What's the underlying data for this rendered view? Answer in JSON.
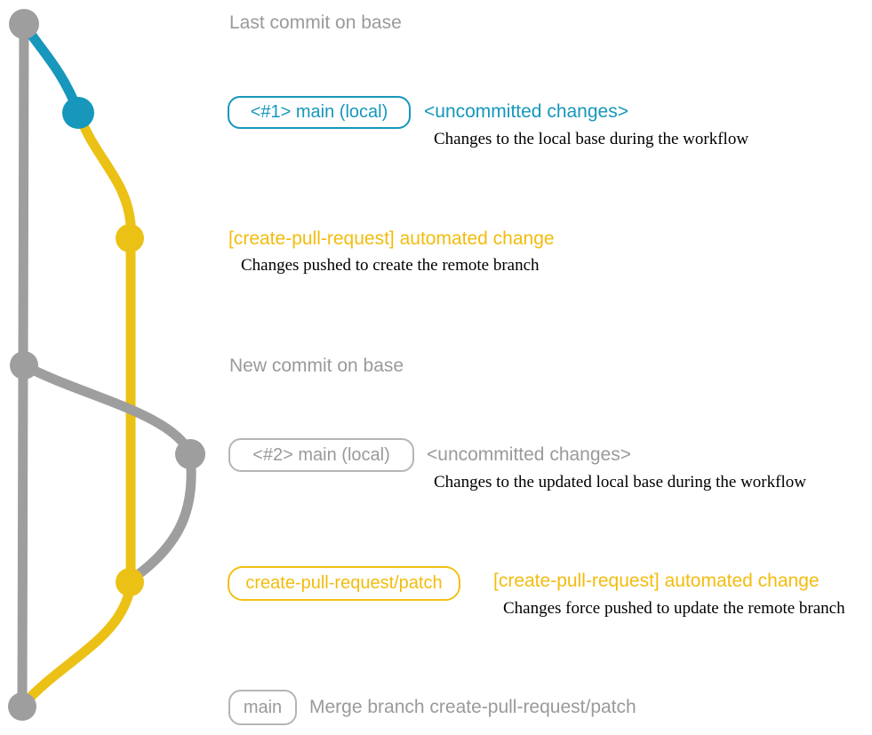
{
  "diagram_title": "create-pull-request branch workflow diagram",
  "colors": {
    "gray_line": "#9e9e9e",
    "gray_text": "#9a9a9a",
    "gray_border": "#b5b5b5",
    "teal": "#1697bb",
    "yellow_line": "#ecc115",
    "yellow_text": "#f2bc0d",
    "yellow_border": "#f2c012",
    "serif_text": "#000000"
  },
  "graph": {
    "branches": [
      {
        "name": "base (main remote)",
        "color": "gray"
      },
      {
        "name": "main local #1",
        "color": "teal"
      },
      {
        "name": "create-pull-request/patch",
        "color": "yellow"
      },
      {
        "name": "main local #2",
        "color": "gray"
      }
    ],
    "commit_nodes": [
      {
        "name": "last-commit-on-base",
        "color": "gray"
      },
      {
        "name": "uncommitted-changes-1",
        "color": "teal"
      },
      {
        "name": "automated-change-1",
        "color": "yellow"
      },
      {
        "name": "new-commit-on-base",
        "color": "gray"
      },
      {
        "name": "uncommitted-changes-2",
        "color": "gray"
      },
      {
        "name": "automated-change-2",
        "color": "yellow"
      },
      {
        "name": "merge-commit",
        "color": "gray"
      }
    ]
  },
  "annotations": {
    "row1": {
      "text": "Last commit on base"
    },
    "row2": {
      "branch_label": "<#1> main (local)",
      "title": "<uncommitted changes>",
      "description": "Changes to the local base during the workflow"
    },
    "row3": {
      "title": "[create-pull-request] automated change",
      "description": "Changes pushed to create the remote branch"
    },
    "row4": {
      "text": "New commit on base"
    },
    "row5": {
      "branch_label": "<#2> main (local)",
      "title": "<uncommitted changes>",
      "description": "Changes to the updated local base during the workflow"
    },
    "row6": {
      "branch_label": "create-pull-request/patch",
      "title": "[create-pull-request] automated change",
      "description": "Changes force pushed to update the remote branch"
    },
    "row7": {
      "branch_label": "main",
      "text": "Merge branch create-pull-request/patch"
    }
  }
}
